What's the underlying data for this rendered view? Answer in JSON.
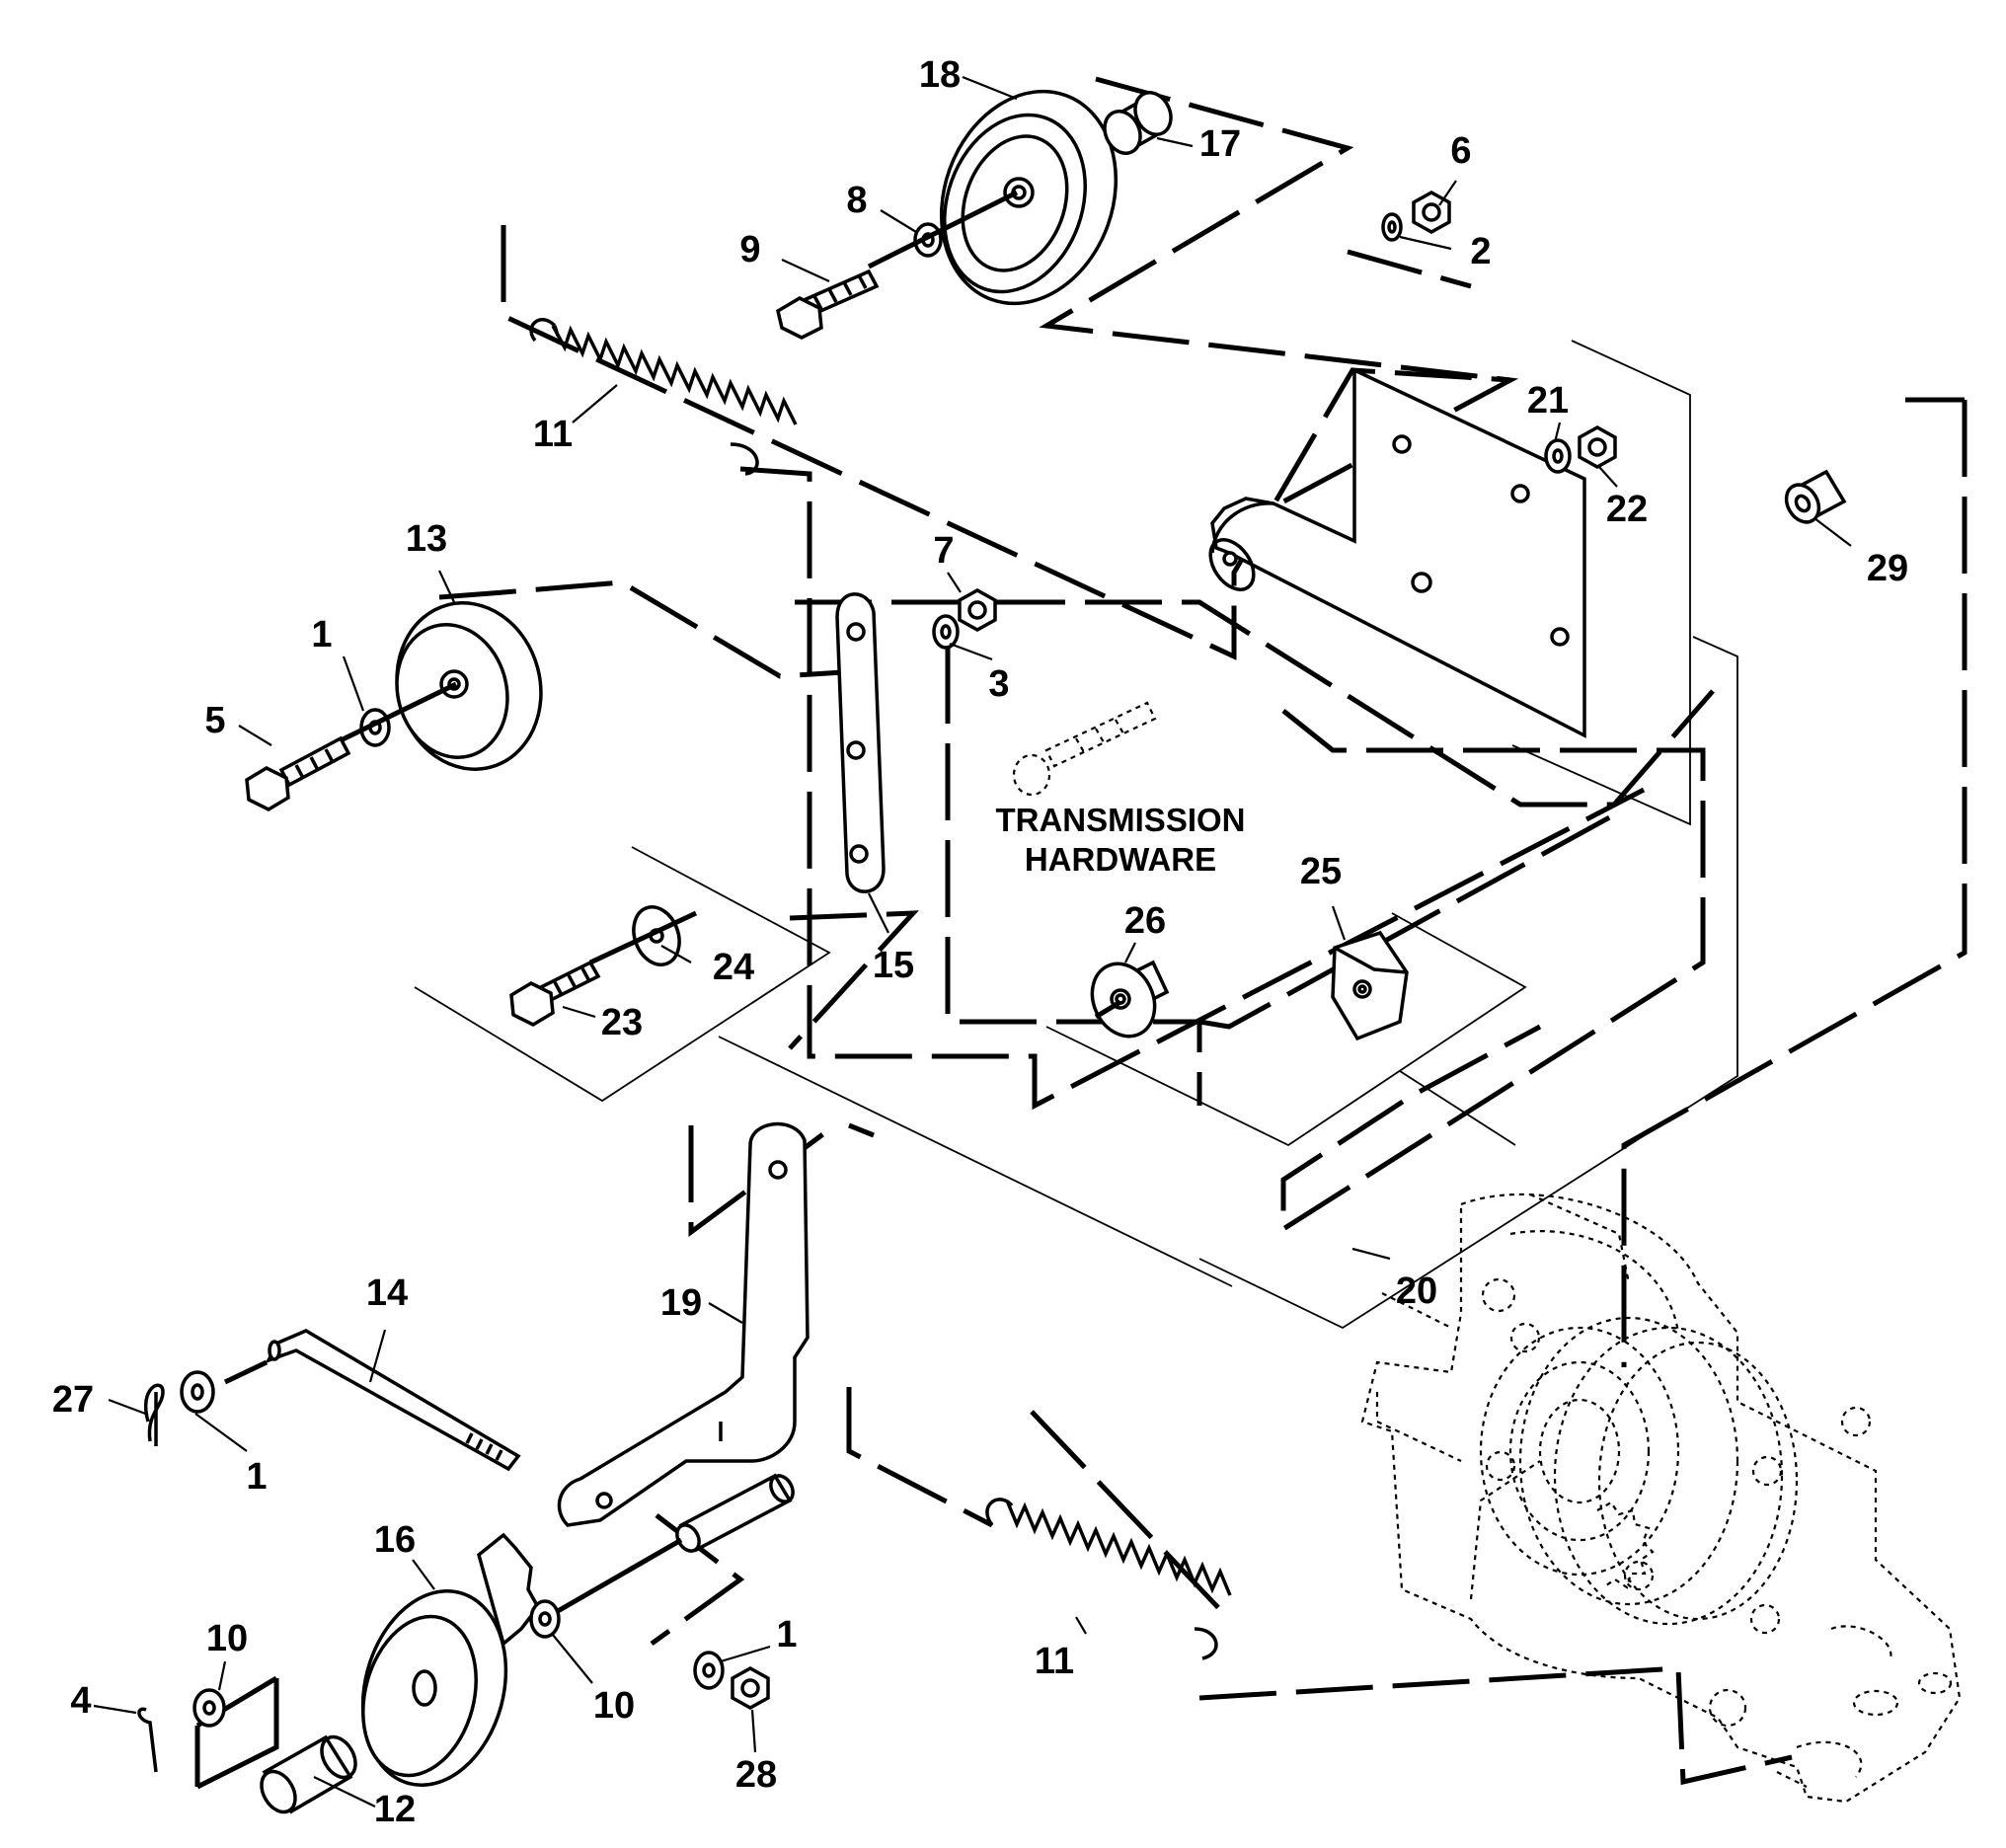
{
  "labels": {
    "p18": "18",
    "p17": "17",
    "p6": "6",
    "p2": "2",
    "p8": "8",
    "p9": "9",
    "p21": "21",
    "p22": "22",
    "p29": "29",
    "p11a": "11",
    "p13": "13",
    "p7": "7",
    "p1a": "1",
    "p3": "3",
    "p5": "5",
    "p24": "24",
    "p23": "23",
    "p15": "15",
    "p26": "26",
    "p25": "25",
    "p20": "20",
    "p19": "19",
    "p14": "14",
    "p27": "27",
    "p1b": "1",
    "p16": "16",
    "p10a": "10",
    "p10b": "10",
    "p4": "4",
    "p1c": "1",
    "p28": "28",
    "p12": "12",
    "p11b": "11"
  },
  "note": {
    "line1": "TRANSMISSION",
    "line2": "HARDWARE"
  }
}
